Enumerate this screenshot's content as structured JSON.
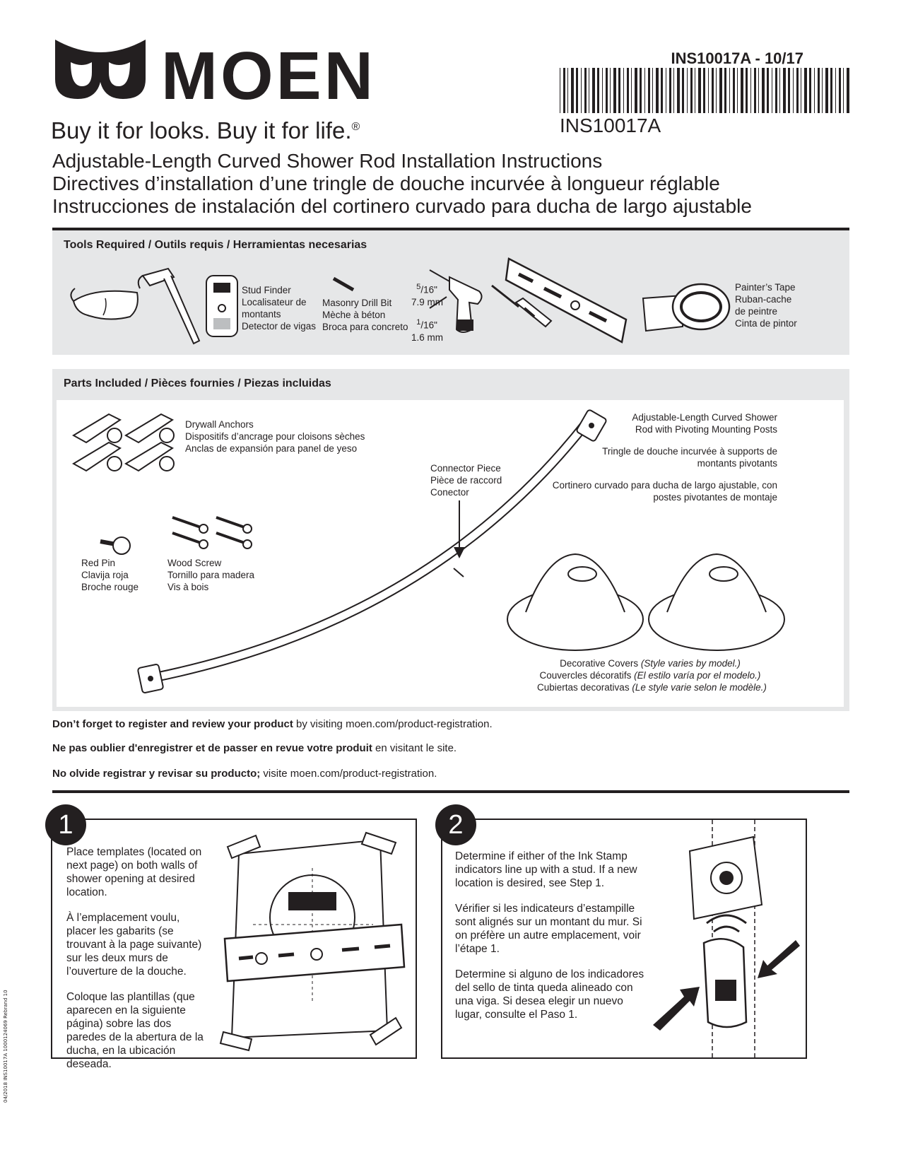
{
  "brand": {
    "name": "MOEN",
    "tagline": "Buy it for looks. Buy it for life.",
    "registered_mark": "®"
  },
  "doc": {
    "code_date": "INS10017A - 10/17",
    "barcode_text": "INS10017A"
  },
  "titles": [
    "Adjustable-Length Curved Shower Rod Installation Instructions",
    "Directives d’installation d’une tringle de douche incurvée à longueur réglable",
    "Instrucciones de instalación del cortinero curvado para ducha de largo ajustable"
  ],
  "tools": {
    "title": "Tools Required / Outils requis / Herramientas necesarias",
    "stud_finder": [
      "Stud Finder",
      "Localisateur de",
      "montants",
      "Detector de vigas"
    ],
    "drill_bit": [
      "Masonry Drill Bit",
      "Mèche à béton",
      "Broca para concreto"
    ],
    "bit_sizes": {
      "size1_num": "5",
      "size1_den": "/16\"",
      "size1_mm": "7.9 mm",
      "size2_num": "1",
      "size2_den": "/16\"",
      "size2_mm": "1.6 mm"
    },
    "tape": [
      "Painter’s Tape",
      "Ruban-cache",
      "de peintre",
      "Cinta de pintor"
    ]
  },
  "parts": {
    "title": "Parts Included / Pièces fournies / Piezas incluidas",
    "anchors": [
      "Drywall Anchors",
      "Dispositifs d’ancrage pour cloisons sèches",
      "Anclas de expansión para panel de yeso"
    ],
    "connector": [
      "Connector Piece",
      "Pièce de raccord",
      "Conector"
    ],
    "rod": [
      "Adjustable-Length Curved Shower",
      "Rod with Pivoting Mounting Posts",
      "Tringle de douche incurvée à supports de",
      "montants pivotants",
      "Cortinero curvado para ducha de largo ajustable, con",
      "postes pivotantes de montaje"
    ],
    "red_pin": [
      "Red Pin",
      "Clavija roja",
      "Broche rouge"
    ],
    "wood_screw": [
      "Wood Screw",
      "Tornillo para madera",
      "Vis à bois"
    ],
    "covers": [
      {
        "label": "Decorative Covers ",
        "note": "(Style varies by model.)"
      },
      {
        "label": "Couvercles décoratifs ",
        "note": "(El estilo varía por el modelo.)"
      },
      {
        "label": "Cubiertas decorativas ",
        "note": "(Le style varie selon le modèle.)"
      }
    ]
  },
  "registration": [
    {
      "bold": "Don’t forget to register and review your product",
      "rest": " by visiting moen.com/product-registration."
    },
    {
      "bold": "Ne pas oublier d'enregistrer et de passer en revue votre produit",
      "rest": " en visitant le site."
    },
    {
      "bold": "No olvide registrar y revisar su producto;",
      "rest": " visite moen.com/product-registration."
    }
  ],
  "steps": [
    {
      "number": "1",
      "paragraphs": [
        "Place templates (located on next page) on both walls of shower opening at desired location.",
        "À l’emplacement voulu, placer les gabarits (se trouvant à la page suivante) sur les deux murs de l’ouverture de la douche.",
        "Coloque las plantillas (que aparecen en la siguiente página) sobre las dos paredes de la abertura de la ducha, en la ubicación deseada."
      ]
    },
    {
      "number": "2",
      "paragraphs": [
        "Determine if either of the Ink Stamp indicators line up with a stud. If a new location is desired, see Step 1.",
        "Vérifier si les indicateurs d’estampille sont alignés sur un montant du mur. Si on préfère un autre emplacement, voir l’étape 1.",
        "Determine si alguno de los indicadores del sello de tinta queda alineado con una viga. Si desea elegir un nuevo lugar, consulte el Paso 1."
      ]
    }
  ],
  "margin_code": "04/2018 INS10017A 1000124069 Rebrand 10"
}
